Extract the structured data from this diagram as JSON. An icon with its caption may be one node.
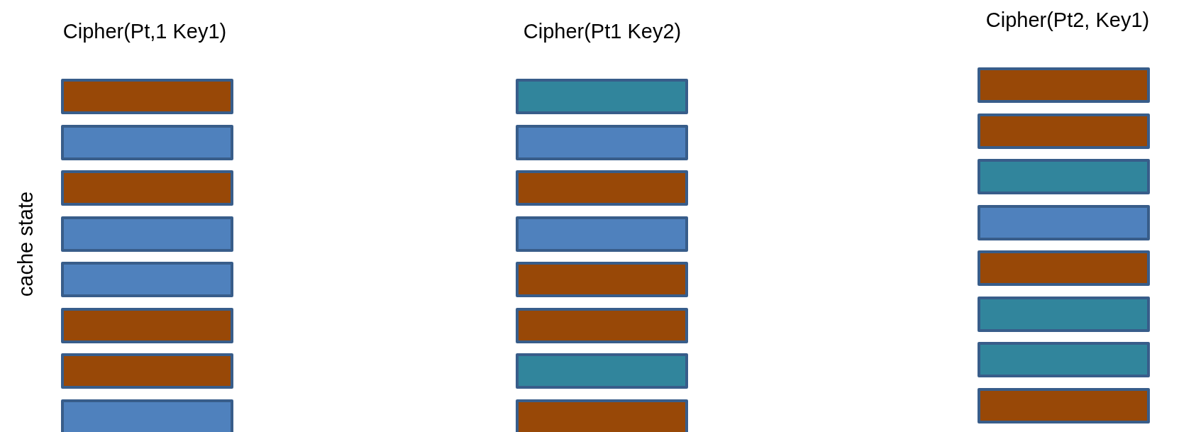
{
  "diagram": {
    "nodes": [
      {
        "text": [],
        "shape": "bar"
      },
      {
        "text": [],
        "shape": "bar"
      },
      {
        "text": [],
        "shape": "bar"
      },
      {
        "text": [],
        "shape": "bar"
      },
      {
        "text": [],
        "shape": "bar"
      },
      {
        "text": [],
        "shape": "bar"
      },
      {
        "text": [],
        "shape": "bar"
      },
      {
        "text": [],
        "shape": "bar"
      },
      {
        "text": [],
        "shape": "bar"
      },
      {
        "text": [],
        "shape": "bar"
      },
      {
        "text": [],
        "shape": "bar"
      },
      {
        "text": [],
        "shape": "bar"
      },
      {
        "text": [],
        "shape": "bar"
      },
      {
        "text": [],
        "shape": "bar"
      },
      {
        "text": [],
        "shape": "bar"
      },
      {
        "text": [],
        "shape": "bar"
      },
      {
        "text": [],
        "shape": "bar"
      },
      {
        "text": [],
        "shape": "bar"
      },
      {
        "text": [],
        "shape": "bar"
      },
      {
        "text": [],
        "shape": "bar"
      },
      {
        "text": [],
        "shape": "bar"
      },
      {
        "text": [],
        "shape": "bar"
      },
      {
        "text": [],
        "shape": "bar"
      },
      {
        "text": [],
        "shape": "bar"
      }
    ],
    "labels": [
      "Cipher(Pt2, Key1)",
      "Cipher(Pt,1 Key1)",
      "Cipher(Pt1 Key2)",
      "cache state"
    ]
  }
}
